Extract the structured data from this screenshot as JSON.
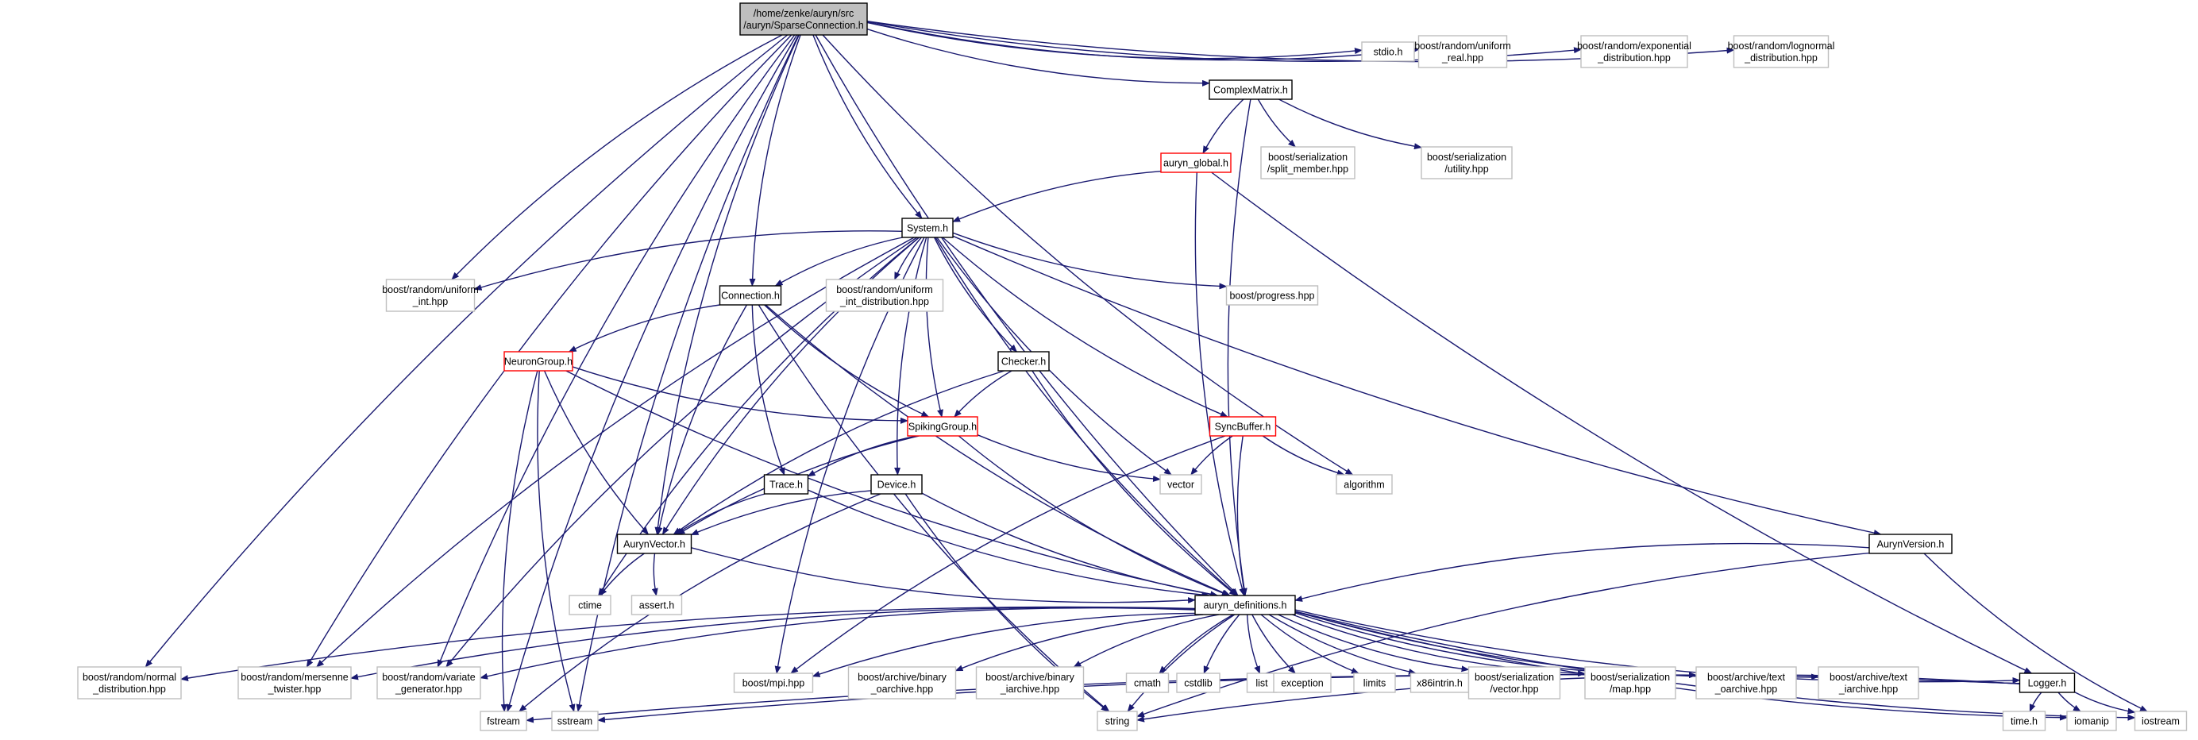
{
  "colors": {
    "edge": "#191970",
    "root_fill": "#bfbfbf",
    "root_border": "#000000",
    "documented_border": "#000000",
    "truncated_border": "#ff0000",
    "external_border": "#bfbfbf",
    "external_text": "#000000"
  },
  "nodes": [
    {
      "id": "root",
      "kind": "root",
      "lines": [
        "/home/zenke/auryn/src",
        "/auryn/SparseConnection.h"
      ]
    },
    {
      "id": "stdio",
      "kind": "external",
      "lines": [
        "stdio.h"
      ]
    },
    {
      "id": "uniform_real",
      "kind": "external",
      "lines": [
        "boost/random/uniform",
        "_real.hpp"
      ]
    },
    {
      "id": "exponential",
      "kind": "external",
      "lines": [
        "boost/random/exponential",
        "_distribution.hpp"
      ]
    },
    {
      "id": "lognormal",
      "kind": "external",
      "lines": [
        "boost/random/lognormal",
        "_distribution.hpp"
      ]
    },
    {
      "id": "complexmatrix",
      "kind": "documented",
      "lines": [
        "ComplexMatrix.h"
      ]
    },
    {
      "id": "auryn_global",
      "kind": "truncated",
      "lines": [
        "auryn_global.h"
      ]
    },
    {
      "id": "split_member",
      "kind": "external",
      "lines": [
        "boost/serialization",
        "/split_member.hpp"
      ]
    },
    {
      "id": "ser_utility",
      "kind": "external",
      "lines": [
        "boost/serialization",
        "/utility.hpp"
      ]
    },
    {
      "id": "system",
      "kind": "documented",
      "lines": [
        "System.h"
      ]
    },
    {
      "id": "uniform_int",
      "kind": "external",
      "lines": [
        "boost/random/uniform",
        "_int.hpp"
      ]
    },
    {
      "id": "connection",
      "kind": "documented",
      "lines": [
        "Connection.h"
      ]
    },
    {
      "id": "uniform_int_dist",
      "kind": "external",
      "lines": [
        "boost/random/uniform",
        "_int_distribution.hpp"
      ]
    },
    {
      "id": "progress",
      "kind": "external",
      "lines": [
        "boost/progress.hpp"
      ]
    },
    {
      "id": "neurongroup",
      "kind": "truncated",
      "lines": [
        "NeuronGroup.h"
      ]
    },
    {
      "id": "checker",
      "kind": "documented",
      "lines": [
        "Checker.h"
      ]
    },
    {
      "id": "spikinggroup",
      "kind": "truncated",
      "lines": [
        "SpikingGroup.h"
      ]
    },
    {
      "id": "syncbuffer",
      "kind": "truncated",
      "lines": [
        "SyncBuffer.h"
      ]
    },
    {
      "id": "vector",
      "kind": "external",
      "lines": [
        "vector"
      ]
    },
    {
      "id": "algorithm",
      "kind": "external",
      "lines": [
        "algorithm"
      ]
    },
    {
      "id": "trace",
      "kind": "documented",
      "lines": [
        "Trace.h"
      ]
    },
    {
      "id": "device",
      "kind": "documented",
      "lines": [
        "Device.h"
      ]
    },
    {
      "id": "aurynvector",
      "kind": "documented",
      "lines": [
        "AurynVector.h"
      ]
    },
    {
      "id": "aurynversion",
      "kind": "documented",
      "lines": [
        "AurynVersion.h"
      ]
    },
    {
      "id": "ctime",
      "kind": "external",
      "lines": [
        "ctime"
      ]
    },
    {
      "id": "assert",
      "kind": "external",
      "lines": [
        "assert.h"
      ]
    },
    {
      "id": "defs",
      "kind": "documented",
      "lines": [
        "auryn_definitions.h"
      ]
    },
    {
      "id": "normal",
      "kind": "external",
      "lines": [
        "boost/random/normal",
        "_distribution.hpp"
      ]
    },
    {
      "id": "mersenne",
      "kind": "external",
      "lines": [
        "boost/random/mersenne",
        "_twister.hpp"
      ]
    },
    {
      "id": "variate",
      "kind": "external",
      "lines": [
        "boost/random/variate",
        "_generator.hpp"
      ]
    },
    {
      "id": "mpi",
      "kind": "external",
      "lines": [
        "boost/mpi.hpp"
      ]
    },
    {
      "id": "bin_oarchive",
      "kind": "external",
      "lines": [
        "boost/archive/binary",
        "_oarchive.hpp"
      ]
    },
    {
      "id": "bin_iarchive",
      "kind": "external",
      "lines": [
        "boost/archive/binary",
        "_iarchive.hpp"
      ]
    },
    {
      "id": "cmath",
      "kind": "external",
      "lines": [
        "cmath"
      ]
    },
    {
      "id": "cstdlib",
      "kind": "external",
      "lines": [
        "cstdlib"
      ]
    },
    {
      "id": "list",
      "kind": "external",
      "lines": [
        "list"
      ]
    },
    {
      "id": "exception",
      "kind": "external",
      "lines": [
        "exception"
      ]
    },
    {
      "id": "limits",
      "kind": "external",
      "lines": [
        "limits"
      ]
    },
    {
      "id": "x86intrin",
      "kind": "external",
      "lines": [
        "x86intrin.h"
      ]
    },
    {
      "id": "ser_vector",
      "kind": "external",
      "lines": [
        "boost/serialization",
        "/vector.hpp"
      ]
    },
    {
      "id": "ser_map",
      "kind": "external",
      "lines": [
        "boost/serialization",
        "/map.hpp"
      ]
    },
    {
      "id": "txt_oarchive",
      "kind": "external",
      "lines": [
        "boost/archive/text",
        "_oarchive.hpp"
      ]
    },
    {
      "id": "txt_iarchive",
      "kind": "external",
      "lines": [
        "boost/archive/text",
        "_iarchive.hpp"
      ]
    },
    {
      "id": "logger",
      "kind": "documented",
      "lines": [
        "Logger.h"
      ]
    },
    {
      "id": "fstream",
      "kind": "external",
      "lines": [
        "fstream"
      ]
    },
    {
      "id": "sstream",
      "kind": "external",
      "lines": [
        "sstream"
      ]
    },
    {
      "id": "string",
      "kind": "external",
      "lines": [
        "string"
      ]
    },
    {
      "id": "time",
      "kind": "external",
      "lines": [
        "time.h"
      ]
    },
    {
      "id": "iomanip",
      "kind": "external",
      "lines": [
        "iomanip"
      ]
    },
    {
      "id": "iostream",
      "kind": "external",
      "lines": [
        "iostream"
      ]
    }
  ],
  "edges": [
    [
      "root",
      "stdio"
    ],
    [
      "root",
      "uniform_real"
    ],
    [
      "root",
      "exponential"
    ],
    [
      "root",
      "lognormal"
    ],
    [
      "root",
      "complexmatrix"
    ],
    [
      "root",
      "system"
    ],
    [
      "root",
      "connection"
    ],
    [
      "root",
      "uniform_int"
    ],
    [
      "root",
      "aurynvector"
    ],
    [
      "root",
      "algorithm"
    ],
    [
      "root",
      "defs"
    ],
    [
      "root",
      "normal"
    ],
    [
      "root",
      "mersenne"
    ],
    [
      "root",
      "variate"
    ],
    [
      "root",
      "fstream"
    ],
    [
      "root",
      "sstream"
    ],
    [
      "complexmatrix",
      "auryn_global"
    ],
    [
      "complexmatrix",
      "split_member"
    ],
    [
      "complexmatrix",
      "ser_utility"
    ],
    [
      "complexmatrix",
      "defs"
    ],
    [
      "auryn_global",
      "system"
    ],
    [
      "auryn_global",
      "defs"
    ],
    [
      "auryn_global",
      "logger"
    ],
    [
      "system",
      "uniform_int"
    ],
    [
      "system",
      "connection"
    ],
    [
      "system",
      "uniform_int_dist"
    ],
    [
      "system",
      "progress"
    ],
    [
      "system",
      "checker"
    ],
    [
      "system",
      "spikinggroup"
    ],
    [
      "system",
      "syncbuffer"
    ],
    [
      "system",
      "vector"
    ],
    [
      "system",
      "device"
    ],
    [
      "system",
      "aurynvector"
    ],
    [
      "system",
      "aurynversion"
    ],
    [
      "system",
      "ctime"
    ],
    [
      "system",
      "defs"
    ],
    [
      "system",
      "mersenne"
    ],
    [
      "system",
      "variate"
    ],
    [
      "system",
      "mpi"
    ],
    [
      "connection",
      "neurongroup"
    ],
    [
      "connection",
      "spikinggroup"
    ],
    [
      "connection",
      "trace"
    ],
    [
      "connection",
      "aurynvector"
    ],
    [
      "connection",
      "defs"
    ],
    [
      "connection",
      "string"
    ],
    [
      "neurongroup",
      "spikinggroup"
    ],
    [
      "neurongroup",
      "aurynvector"
    ],
    [
      "neurongroup",
      "fstream"
    ],
    [
      "neurongroup",
      "sstream"
    ],
    [
      "neurongroup",
      "defs"
    ],
    [
      "checker",
      "spikinggroup"
    ],
    [
      "checker",
      "aurynvector"
    ],
    [
      "checker",
      "defs"
    ],
    [
      "spikinggroup",
      "trace"
    ],
    [
      "spikinggroup",
      "aurynvector"
    ],
    [
      "spikinggroup",
      "vector"
    ],
    [
      "spikinggroup",
      "defs"
    ],
    [
      "syncbuffer",
      "vector"
    ],
    [
      "syncbuffer",
      "algorithm"
    ],
    [
      "syncbuffer",
      "defs"
    ],
    [
      "syncbuffer",
      "mpi"
    ],
    [
      "trace",
      "aurynvector"
    ],
    [
      "trace",
      "defs"
    ],
    [
      "device",
      "aurynvector"
    ],
    [
      "device",
      "defs"
    ],
    [
      "device",
      "fstream"
    ],
    [
      "device",
      "string"
    ],
    [
      "aurynvector",
      "ctime"
    ],
    [
      "aurynvector",
      "assert"
    ],
    [
      "aurynvector",
      "defs"
    ],
    [
      "aurynversion",
      "defs"
    ],
    [
      "aurynversion",
      "string"
    ],
    [
      "aurynversion",
      "iostream"
    ],
    [
      "defs",
      "normal"
    ],
    [
      "defs",
      "mersenne"
    ],
    [
      "defs",
      "variate"
    ],
    [
      "defs",
      "mpi"
    ],
    [
      "defs",
      "bin_oarchive"
    ],
    [
      "defs",
      "bin_iarchive"
    ],
    [
      "defs",
      "cmath"
    ],
    [
      "defs",
      "cstdlib"
    ],
    [
      "defs",
      "list"
    ],
    [
      "defs",
      "exception"
    ],
    [
      "defs",
      "limits"
    ],
    [
      "defs",
      "x86intrin"
    ],
    [
      "defs",
      "ser_vector"
    ],
    [
      "defs",
      "ser_map"
    ],
    [
      "defs",
      "txt_oarchive"
    ],
    [
      "defs",
      "txt_iarchive"
    ],
    [
      "defs",
      "logger"
    ],
    [
      "defs",
      "string"
    ],
    [
      "defs",
      "iomanip"
    ],
    [
      "defs",
      "iostream"
    ],
    [
      "logger",
      "fstream"
    ],
    [
      "logger",
      "sstream"
    ],
    [
      "logger",
      "string"
    ],
    [
      "logger",
      "time"
    ],
    [
      "logger",
      "iomanip"
    ],
    [
      "logger",
      "iostream"
    ]
  ]
}
